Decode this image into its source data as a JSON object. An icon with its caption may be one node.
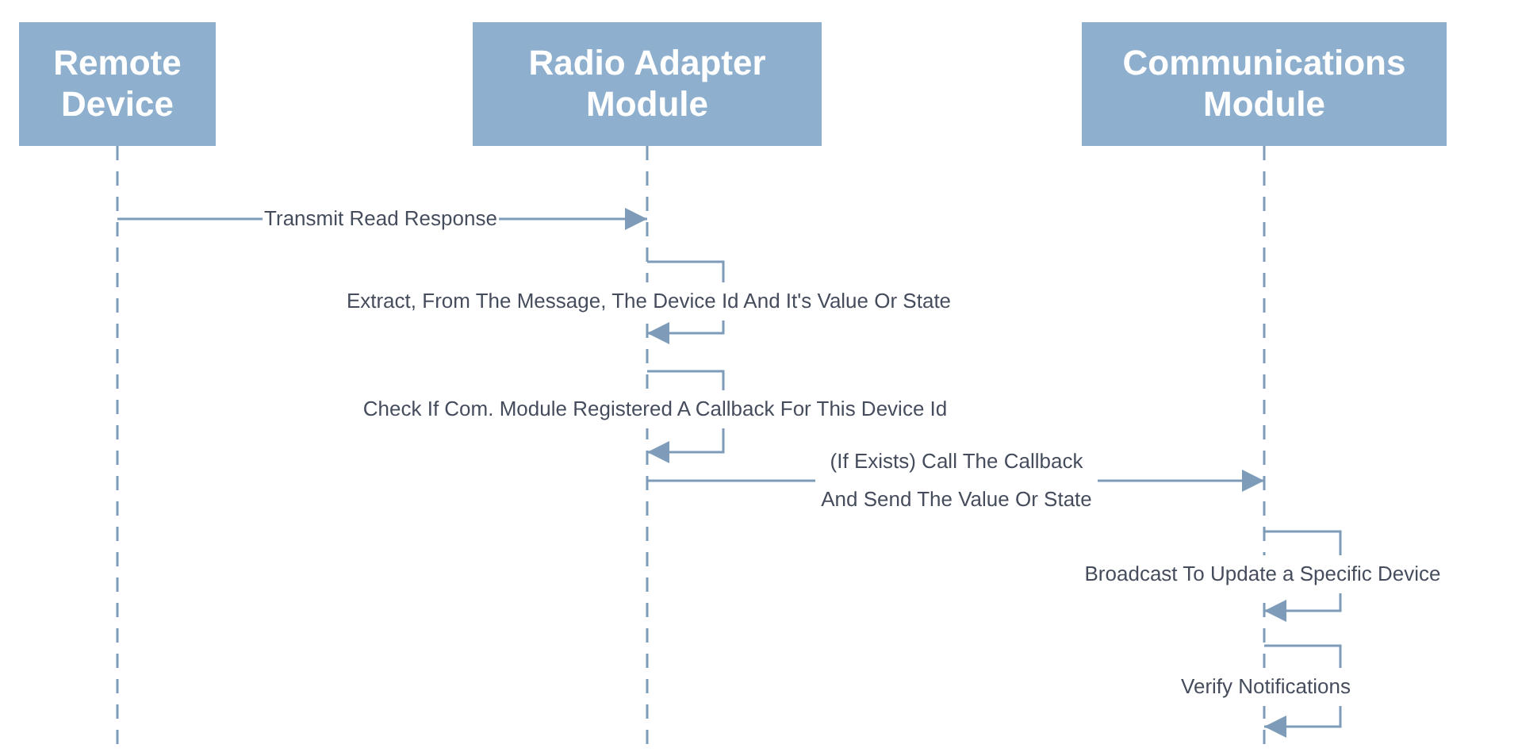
{
  "diagram": {
    "nodes": [
      {
        "text": [
          "Remote Device"
        ]
      },
      {
        "text": [
          "Radio Adapter Module"
        ]
      },
      {
        "text": [
          "Communications Module"
        ]
      }
    ],
    "edges": [
      {
        "from": 0,
        "to": 1,
        "arrow": "to",
        "label": "Transmit Read Response"
      },
      {
        "from": 1,
        "to": 1,
        "arrow": "to",
        "label": "Extract, From The Message, The Device Id And It's Value Or State"
      },
      {
        "from": 1,
        "to": 1,
        "arrow": "to",
        "label": "Check If Com. Module Registered A Callback For This Device Id"
      },
      {
        "from": 1,
        "to": 2,
        "arrow": "to",
        "label": "(If Exists) Call The Callback And Send The Value Or State"
      },
      {
        "from": 2,
        "to": 2,
        "arrow": "to",
        "label": "Broadcast To Update a Specific Device"
      },
      {
        "from": 2,
        "to": 2,
        "arrow": "to",
        "label": "Verify Notifications"
      }
    ]
  }
}
